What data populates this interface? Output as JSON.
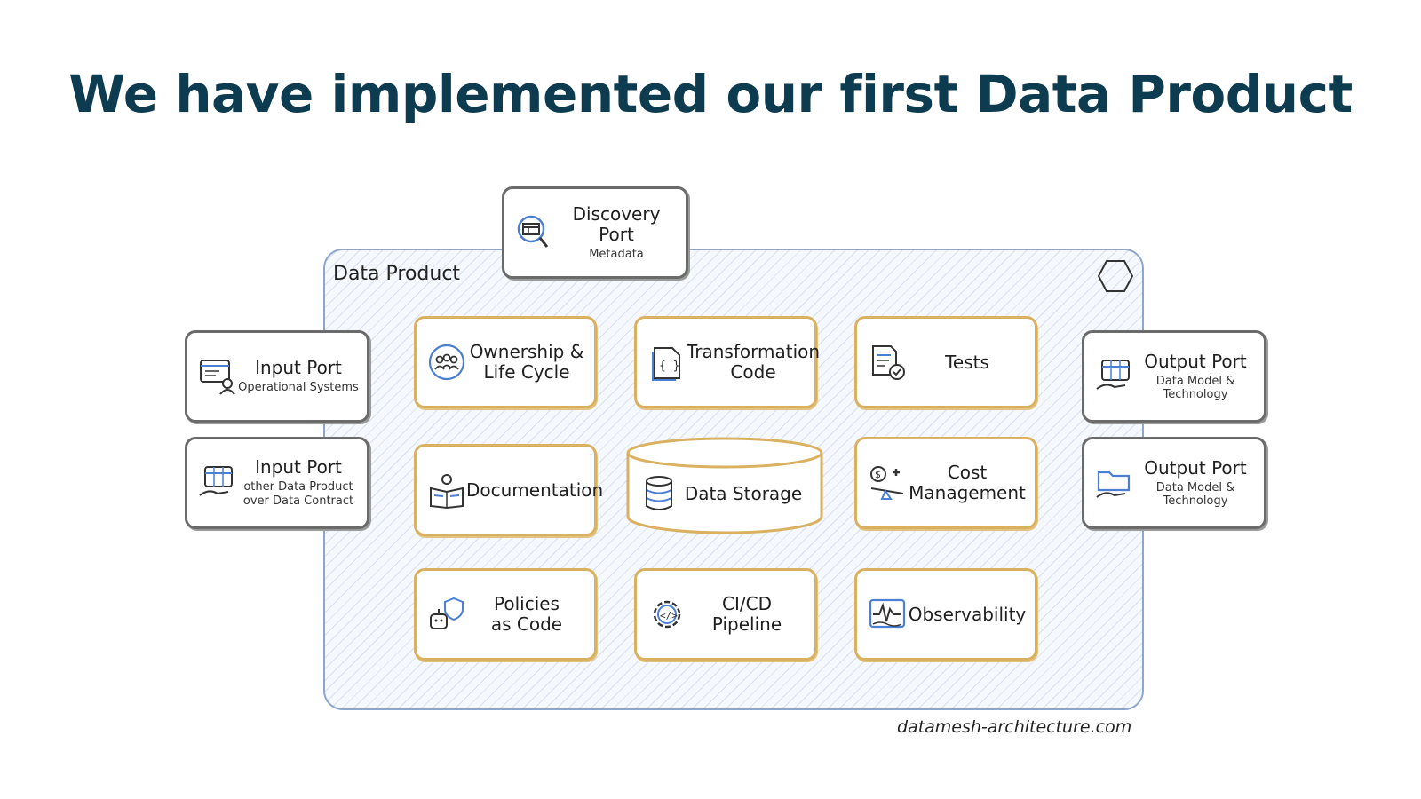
{
  "title": "We have implemented our first Data Product",
  "data_product": {
    "label": "Data Product"
  },
  "discovery_port": {
    "title": "Discovery Port",
    "subtitle": "Metadata"
  },
  "input_ports": [
    {
      "title": "Input Port",
      "subtitle": "Operational Systems"
    },
    {
      "title": "Input Port",
      "subtitle_line1": "other Data Product",
      "subtitle_line2": "over Data Contract"
    }
  ],
  "output_ports": [
    {
      "title": "Output Port",
      "subtitle": "Data Model & Technology"
    },
    {
      "title": "Output Port",
      "subtitle": "Data Model & Technology"
    }
  ],
  "components": {
    "ownership": {
      "line1": "Ownership &",
      "line2": "Life Cycle"
    },
    "transformation": {
      "line1": "Transformation",
      "line2": "Code"
    },
    "tests": {
      "label": "Tests"
    },
    "documentation": {
      "label": "Documentation"
    },
    "data_storage": {
      "label": "Data Storage"
    },
    "cost": {
      "line1": "Cost",
      "line2": "Management"
    },
    "policies": {
      "line1": "Policies",
      "line2": "as Code"
    },
    "cicd": {
      "label": "CI/CD Pipeline"
    },
    "observability": {
      "label": "Observability"
    }
  },
  "footer": "datamesh-architecture.com",
  "colors": {
    "title": "#0d3b4f",
    "component_border": "#d9b160",
    "port_border": "#6b6b6b",
    "frame_border": "#8ea6cc",
    "icon_accent": "#4a7fd4"
  }
}
